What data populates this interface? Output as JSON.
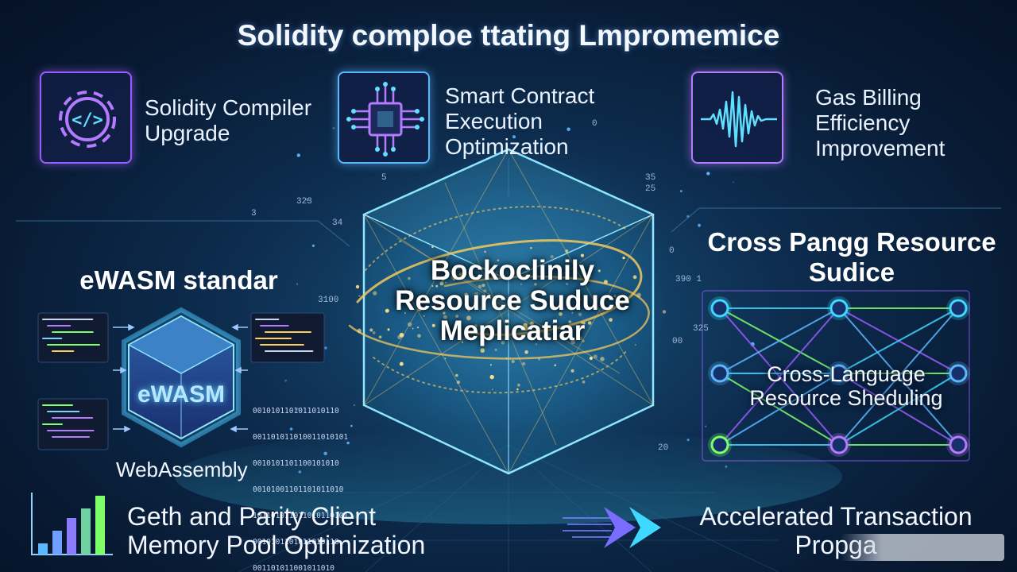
{
  "title": "Solidity comploe ttating Lmpromemice",
  "top_items": [
    {
      "lines": [
        "Solidity Compiler",
        "Upgrade"
      ],
      "icon": "gear-code-icon"
    },
    {
      "lines": [
        "Smart Contract",
        "Execution",
        "Optimization"
      ],
      "icon": "chip-icon"
    },
    {
      "lines": [
        "Gas Billing",
        "Efficiency",
        "Improvement"
      ],
      "icon": "waveform-icon"
    }
  ],
  "left_section": {
    "title": "eWASM standar",
    "cube_label": "eWASM",
    "caption": "WebAssembly",
    "binary_lines": [
      "0010101101011010110",
      "001101011010011010101",
      "0010101101100101010",
      "00101001101101011010",
      "101101011011010110101",
      "0010101101011010110",
      "001101011001011010"
    ]
  },
  "center": {
    "lines": [
      "Bockoclinily",
      "Resource Suduce",
      "Meplicatiar"
    ]
  },
  "right_section": {
    "title_lines": [
      "Cross Pangg Resource",
      "Sudice"
    ],
    "network_label_lines": [
      "Cross-Language",
      "Resource Sheduling"
    ]
  },
  "bottom_items": [
    {
      "lines": [
        "Geth and Parity Client",
        "Memory Pool Optimization"
      ],
      "icon": "bar-chart-icon"
    },
    {
      "lines": [
        "Accelerated Transaction",
        "Propga"
      ],
      "icon": "fast-forward-arrows-icon"
    }
  ],
  "floating_numbers": [
    "323",
    "34",
    "3",
    "5",
    "35",
    "25",
    "0",
    "390 1",
    "3100",
    "325",
    "00",
    "0",
    "20"
  ],
  "colors": {
    "background": "#0d2c4e",
    "accent_purple": "#9b5cff",
    "accent_cyan": "#3fd8ff",
    "accent_green": "#7dff6a",
    "glow_gold": "#ffcf5a"
  }
}
